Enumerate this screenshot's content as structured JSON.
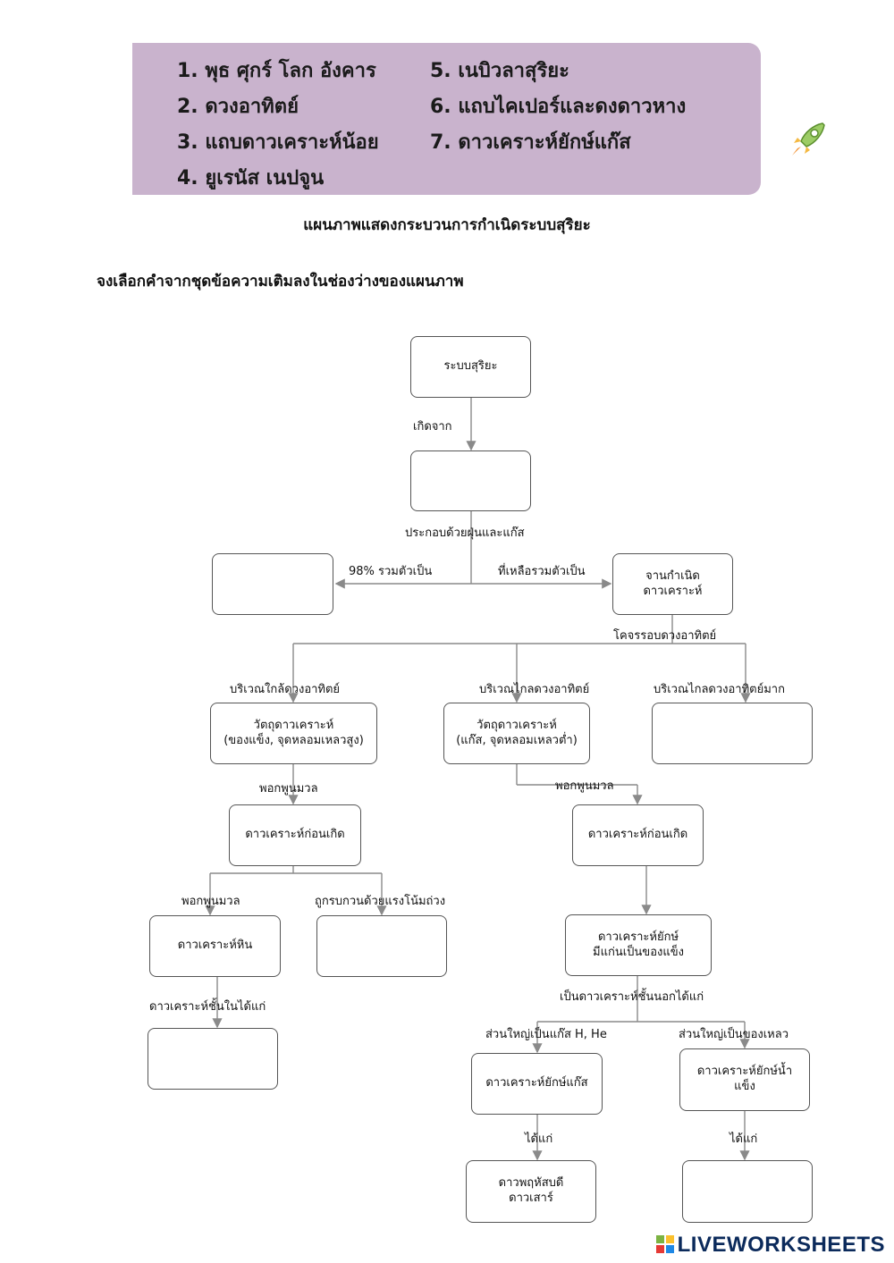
{
  "word_bank": {
    "items": [
      "1. พุธ ศุกร์ โลก อังคาร",
      "2. ดวงอาทิตย์",
      "3. แถบดาวเคราะห์น้อย",
      "4. ยูเรนัส เนปจูน",
      "5. เนบิวลาสุริยะ",
      "6. แถบไคเปอร์และดงดาวหาง",
      "7. ดาวเคราะห์ยักษ์แก๊ส"
    ]
  },
  "title": "แผนภาพแสดงกระบวนการกำเนิดระบบสุริยะ",
  "instruction": "จงเลือกคำจากชุดข้อความเติมลงในช่องว่างของแผนภาพ",
  "boxes": {
    "solar_system": "ระบบสุริยะ",
    "blank_origin": "",
    "blank_98": "",
    "protoplanetary_disk": "จานกำเนิด\nดาวเคราะห์",
    "planet_material_near": "วัตถุดาวเคราะห์\n(ของแข็ง, จุดหลอมเหลวสูง)",
    "planet_material_far": "วัตถุดาวเคราะห์\n(แก๊ส, จุดหลอมเหลวต่ำ)",
    "blank_very_far": "",
    "protoplanet_left": "ดาวเคราะห์ก่อนเกิด",
    "protoplanet_right": "ดาวเคราะห์ก่อนเกิด",
    "rocky_planets": "ดาวเคราะห์หิน",
    "blank_disturbed": "",
    "giant_planets": "ดาวเคราะห์ยักษ์\nมีแก่นเป็นของแข็ง",
    "blank_inner": "",
    "gas_giants": "ดาวเคราะห์ยักษ์แก๊ส",
    "ice_giants": "ดาวเคราะห์ยักษ์น้ำ\nแข็ง",
    "jupiter_saturn": "ดาวพฤหัสบดี\nดาวเสาร์",
    "blank_ice": ""
  },
  "labels": {
    "born_from": "เกิดจาก",
    "made_of_dust_gas": "ประกอบด้วยฝุ่นและแก๊ส",
    "pct_combined": "98% รวมตัวเป็น",
    "rest_combined": "ที่เหลือรวมตัวเป็น",
    "orbit_sun": "โคจรรอบดวงอาทิตย์",
    "near_sun": "บริเวณใกล้ดวงอาทิตย์",
    "far_sun": "บริเวณไกลดวงอาทิตย์",
    "very_far_sun": "บริเวณไกลดวงอาทิตย์มาก",
    "accrete_left": "พอกพูนมวล",
    "accrete_right": "พอกพูนมวล",
    "accrete_rocky": "พอกพูนมวล",
    "disturbed_gravity": "ถูกรบกวนด้วยแรงโน้มถ่วง",
    "inner_planets_are": "ดาวเคราะห์ชั้นในได้แก่",
    "outer_planets_are": "เป็นดาวเคราะห์ชั้นนอกได้แก่",
    "mostly_gas": "ส่วนใหญ่เป็นแก๊ส H, He",
    "mostly_liquid": "ส่วนใหญ่เป็นของเหลว",
    "includes_left": "ได้แก่",
    "includes_right": "ได้แก่"
  },
  "brand": "LIVEWORKSHEETS",
  "colors": {
    "wordbank_bg": "#c9b3cd",
    "line": "#8a8a8a",
    "box_border": "#555555",
    "brand": "#0b2a5b"
  },
  "icons": [
    "rocket-icon",
    "liveworksheets-logo-icon"
  ]
}
